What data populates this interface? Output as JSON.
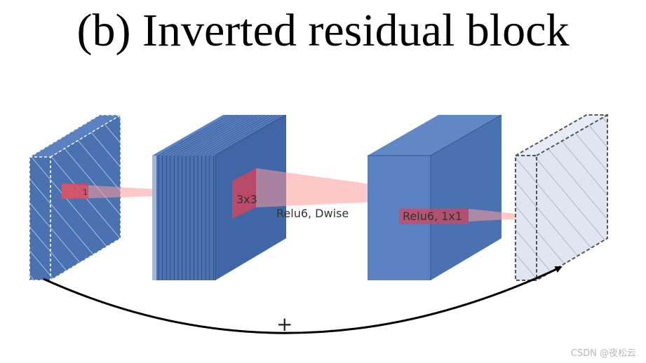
{
  "title": "(b) Inverted residual block",
  "labels": {
    "input_channel": "1",
    "conv3x3": "3x3",
    "dwise": "Relu6, Dwise",
    "pointwise": "Relu6, 1x1",
    "plus": "+"
  },
  "watermark": "CSDN @夜松云",
  "colors": {
    "block_front": "#4a72b0",
    "block_top": "#5b82c0",
    "block_side": "#3f66a5",
    "arrow_pink": "#ff9a9a",
    "highlight_red": "#d9445a",
    "output_fill": "#dfe6f1"
  }
}
